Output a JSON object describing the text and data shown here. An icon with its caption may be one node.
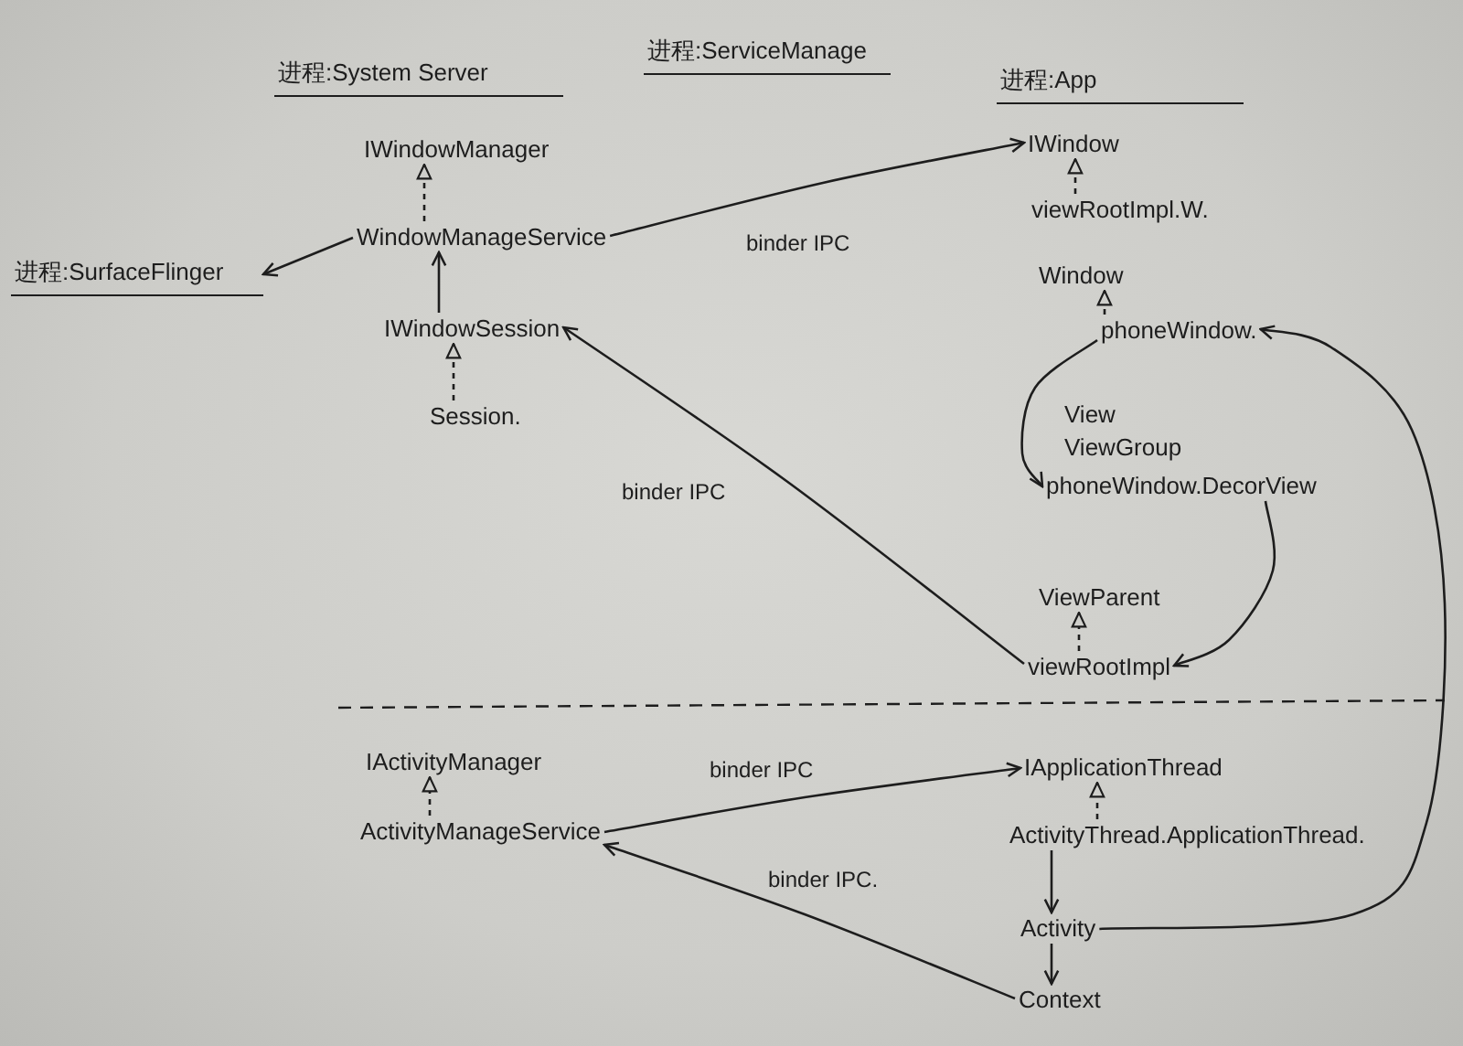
{
  "diagram": {
    "nodes": [
      {
        "text": [
          "IWindowManager"
        ]
      },
      {
        "text": [
          "WindowManageService"
        ]
      },
      {
        "text": [
          "进程:SurfaceFlinger"
        ]
      },
      {
        "text": [
          "IWindowSession"
        ]
      },
      {
        "text": [
          "Session."
        ]
      },
      {
        "text": [
          "IWindow"
        ]
      },
      {
        "text": [
          "viewRootImpl.W."
        ]
      },
      {
        "text": [
          "Window"
        ]
      },
      {
        "text": [
          "phoneWindow."
        ]
      },
      {
        "text": [
          "phoneWindow.DecorView"
        ]
      },
      {
        "text": [
          "ViewParent"
        ]
      },
      {
        "text": [
          "viewRootImpl"
        ]
      },
      {
        "text": [
          "IActivityManager"
        ]
      },
      {
        "text": [
          "ActivityManageService"
        ]
      },
      {
        "text": [
          "IApplicationThread"
        ]
      },
      {
        "text": [
          "ActivityThread.ApplicationThread."
        ]
      },
      {
        "text": [
          "Activity"
        ]
      },
      {
        "text": [
          "Context"
        ]
      }
    ],
    "edges": [
      {
        "from": 1,
        "to": 0,
        "arrow": "to",
        "style": "dashed"
      },
      {
        "from": 1,
        "to": 2,
        "arrow": "to"
      },
      {
        "from": 3,
        "to": 1,
        "arrow": "to"
      },
      {
        "from": 4,
        "to": 3,
        "arrow": "to",
        "style": "dashed"
      },
      {
        "from": 1,
        "to": 5,
        "arrow": "to",
        "label": "binder IPC"
      },
      {
        "from": 6,
        "to": 5,
        "arrow": "to",
        "style": "dashed"
      },
      {
        "from": 8,
        "to": 7,
        "arrow": "to",
        "style": "dashed"
      },
      {
        "from": 8,
        "to": 9,
        "arrow": "to"
      },
      {
        "from": 9,
        "to": 11,
        "arrow": "to"
      },
      {
        "from": 11,
        "to": 10,
        "arrow": "to",
        "style": "dashed"
      },
      {
        "from": 11,
        "to": 3,
        "arrow": "to",
        "label": "binder IPC"
      },
      {
        "from": 16,
        "to": 8,
        "arrow": "to"
      },
      {
        "from": 13,
        "to": 12,
        "arrow": "to",
        "style": "dashed"
      },
      {
        "from": 13,
        "to": 14,
        "arrow": "to",
        "label": "binder IPC"
      },
      {
        "from": 15,
        "to": 14,
        "arrow": "to",
        "style": "dashed"
      },
      {
        "from": 15,
        "to": 16,
        "arrow": "to"
      },
      {
        "from": 16,
        "to": 17,
        "arrow": "to"
      },
      {
        "from": 17,
        "to": 13,
        "arrow": "to",
        "label": "binder IPC."
      }
    ],
    "labels": [
      "进程:System Server",
      "进程:ServiceManage",
      "进程:App",
      "View",
      "ViewGroup"
    ]
  }
}
